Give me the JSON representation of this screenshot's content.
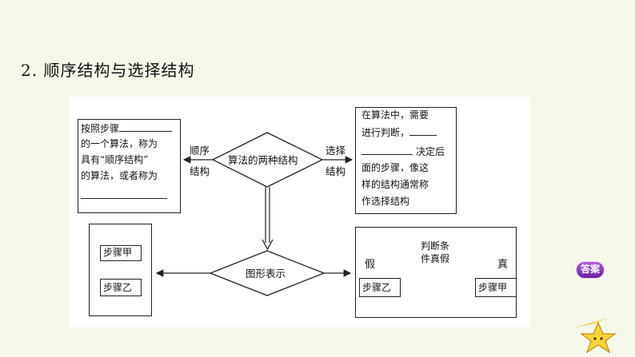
{
  "title": "2. 顺序结构与选择结构",
  "left_box": {
    "line1": "按照步骤",
    "line2": "的一个算法，称为",
    "line3": "具有“顺序结构”",
    "line4": "的算法，或者称为"
  },
  "center_diamond": "算法的两种结构",
  "left_arrow_label": [
    "顺序",
    "结构"
  ],
  "right_arrow_label": [
    "选择",
    "结构"
  ],
  "right_box": {
    "line1": "在算法中，需要",
    "line2": "进行判断，",
    "line3": "决定后",
    "line4": "面的步骤，像这",
    "line5": "样的结构通常称",
    "line6": "作选择结构"
  },
  "graph_diamond": "图形表示",
  "seq_diagram": {
    "step1": "步骤甲",
    "step2": "步骤乙"
  },
  "sel_diagram": {
    "condition": [
      "判断条",
      "件真假"
    ],
    "false_label": "假",
    "true_label": "真",
    "false_step": "步骤乙",
    "true_step": "步骤甲"
  },
  "answer_button": "答案"
}
